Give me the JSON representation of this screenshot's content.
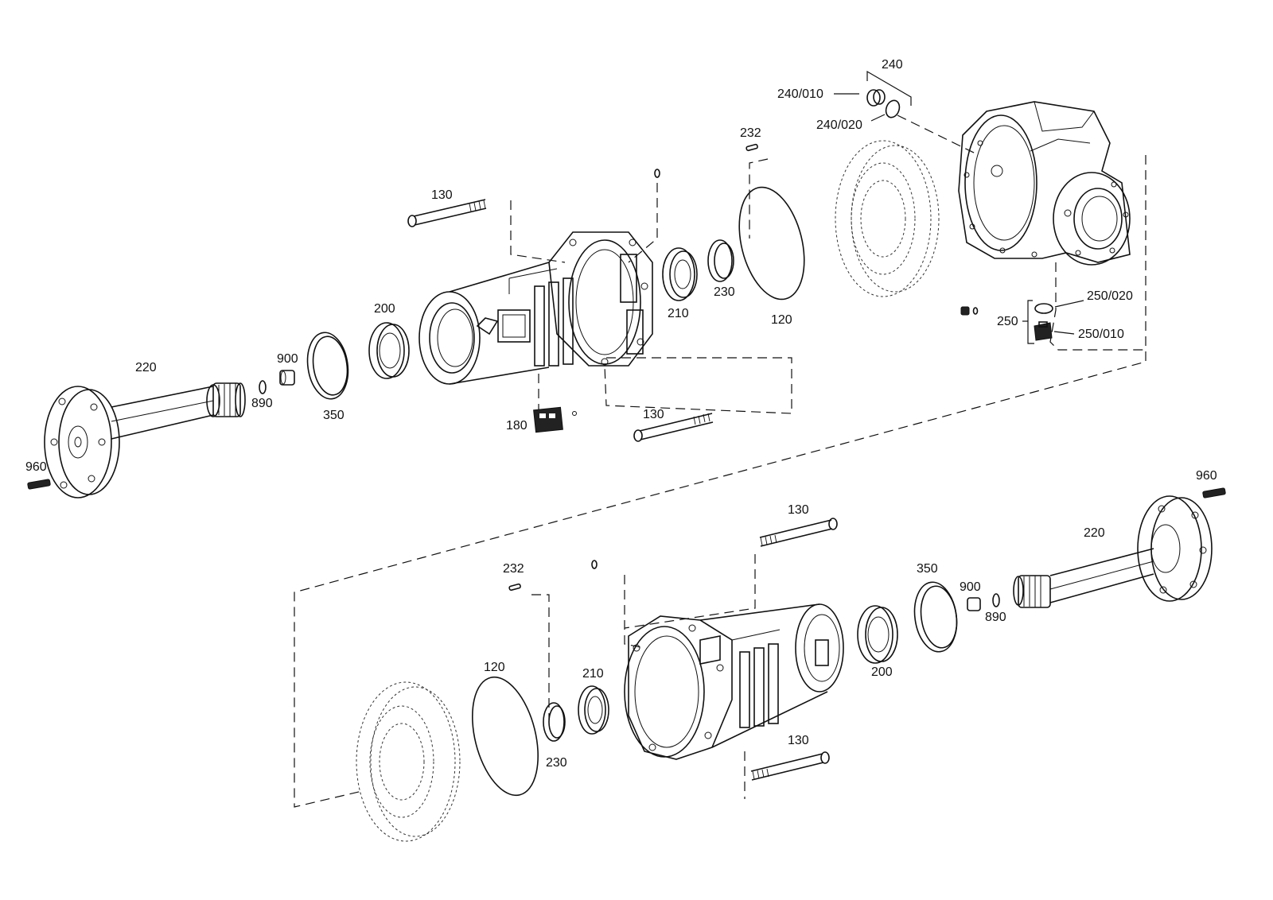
{
  "labels": {
    "l240": "240",
    "l240_010": "240/010",
    "l240_020": "240/020",
    "l232_top": "232",
    "l130_top": "130",
    "l200_top": "200",
    "l210_top": "210",
    "l230_top": "230",
    "l120_top": "120",
    "l220_top": "220",
    "l900_top": "900",
    "l890_top": "890",
    "l350_top": "350",
    "l180": "180",
    "l130_mid": "130",
    "l960_left": "960",
    "l250_020": "250/020",
    "l250": "250",
    "l250_010": "250/010",
    "l960_right": "960",
    "l220_bot": "220",
    "l130_bot_top": "130",
    "l232_bot": "232",
    "l350_bot": "350",
    "l900_bot": "900",
    "l890_bot": "890",
    "l120_bot": "120",
    "l210_bot": "210",
    "l200_bot": "200",
    "l230_bot": "230",
    "l130_bot": "130"
  }
}
